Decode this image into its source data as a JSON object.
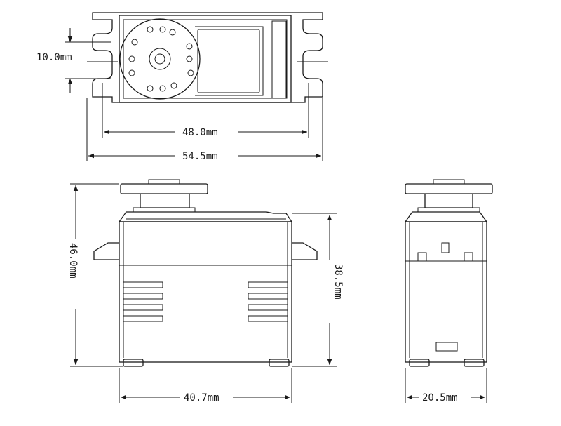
{
  "dimensions": {
    "bolt_spacing": "10.0mm",
    "mount_hole_spacing": "48.0mm",
    "flange_width": "54.5mm",
    "total_height": "46.0mm",
    "body_height": "38.5mm",
    "body_width": "40.7mm",
    "body_depth": "20.5mm"
  }
}
